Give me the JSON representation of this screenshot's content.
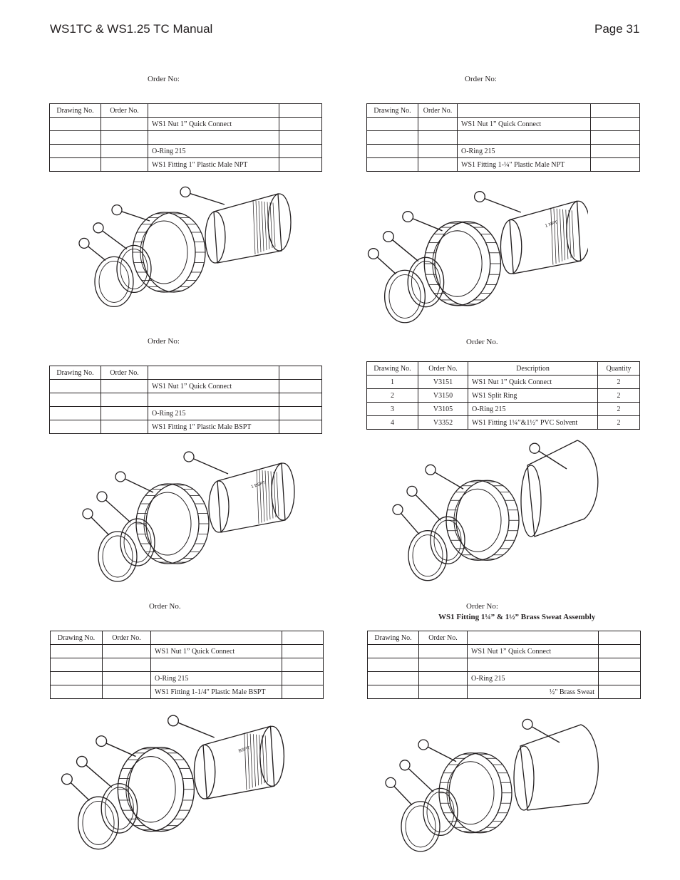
{
  "header": {
    "title": "WS1TC & WS1.25 TC Manual",
    "page": "Page 31"
  },
  "sections": [
    {
      "order_label": "Order No:",
      "subtitle": "",
      "headers": [
        "Drawing No.",
        "Order No.",
        "",
        ""
      ],
      "rows": [
        [
          "",
          "",
          "WS1 Nut 1” Quick Connect",
          ""
        ],
        [
          "",
          "",
          "",
          ""
        ],
        [
          "",
          "",
          "O-Ring 215",
          ""
        ],
        [
          "",
          "",
          "WS1 Fitting 1\" Plastic Male NPT",
          ""
        ]
      ]
    },
    {
      "order_label": "Order No:",
      "subtitle": "",
      "headers": [
        "Drawing No.",
        "Order No.",
        "",
        ""
      ],
      "rows": [
        [
          "",
          "",
          "WS1 Nut 1” Quick Connect",
          ""
        ],
        [
          "",
          "",
          "",
          ""
        ],
        [
          "",
          "",
          "O-Ring 215",
          ""
        ],
        [
          "",
          "",
          "WS1 Fitting 1-¼\" Plastic Male NPT",
          ""
        ]
      ]
    },
    {
      "order_label": "Order No:",
      "subtitle": "",
      "headers": [
        "Drawing No.",
        "Order No.",
        "",
        ""
      ],
      "rows": [
        [
          "",
          "",
          "WS1 Nut 1” Quick Connect",
          ""
        ],
        [
          "",
          "",
          "",
          ""
        ],
        [
          "",
          "",
          "O-Ring 215",
          ""
        ],
        [
          "",
          "",
          "WS1 Fitting 1\" Plastic Male BSPT",
          ""
        ]
      ]
    },
    {
      "order_label": "Order No.",
      "subtitle": "",
      "headers": [
        "Drawing No.",
        "Order No.",
        "Description",
        "Quantity"
      ],
      "rows": [
        [
          "1",
          "V3151",
          "WS1 Nut 1” Quick Connect",
          "2"
        ],
        [
          "2",
          "V3150",
          "WS1 Split Ring",
          "2"
        ],
        [
          "3",
          "V3105",
          "O-Ring 215",
          "2"
        ],
        [
          "4",
          "V3352",
          "WS1 Fitting 1¼”&1½” PVC Solvent",
          "2"
        ]
      ]
    },
    {
      "order_label": "Order No.",
      "subtitle": "",
      "headers": [
        "Drawing No.",
        "Order No.",
        "",
        ""
      ],
      "rows": [
        [
          "",
          "",
          "WS1 Nut 1” Quick Connect",
          ""
        ],
        [
          "",
          "",
          "",
          ""
        ],
        [
          "",
          "",
          "O-Ring 215",
          ""
        ],
        [
          "",
          "",
          "WS1 Fitting 1-1/4\" Plastic Male BSPT",
          ""
        ]
      ]
    },
    {
      "order_label": "Order No:",
      "subtitle": "WS1 Fitting 1¼” & 1½” Brass Sweat Assembly",
      "headers": [
        "Drawing No.",
        "Order No.",
        "",
        ""
      ],
      "rows": [
        [
          "",
          "",
          "WS1 Nut 1” Quick Connect",
          ""
        ],
        [
          "",
          "",
          "",
          ""
        ],
        [
          "",
          "",
          "O-Ring 215",
          ""
        ],
        [
          "",
          "",
          "½\" Brass Sweat",
          ""
        ]
      ]
    }
  ],
  "figures": [
    {
      "stamp": ""
    },
    {
      "stamp": "1 NPT"
    },
    {
      "stamp": "1 BSPT"
    },
    {
      "stamp": ""
    },
    {
      "stamp": "BSPT"
    },
    {
      "stamp": ""
    }
  ]
}
